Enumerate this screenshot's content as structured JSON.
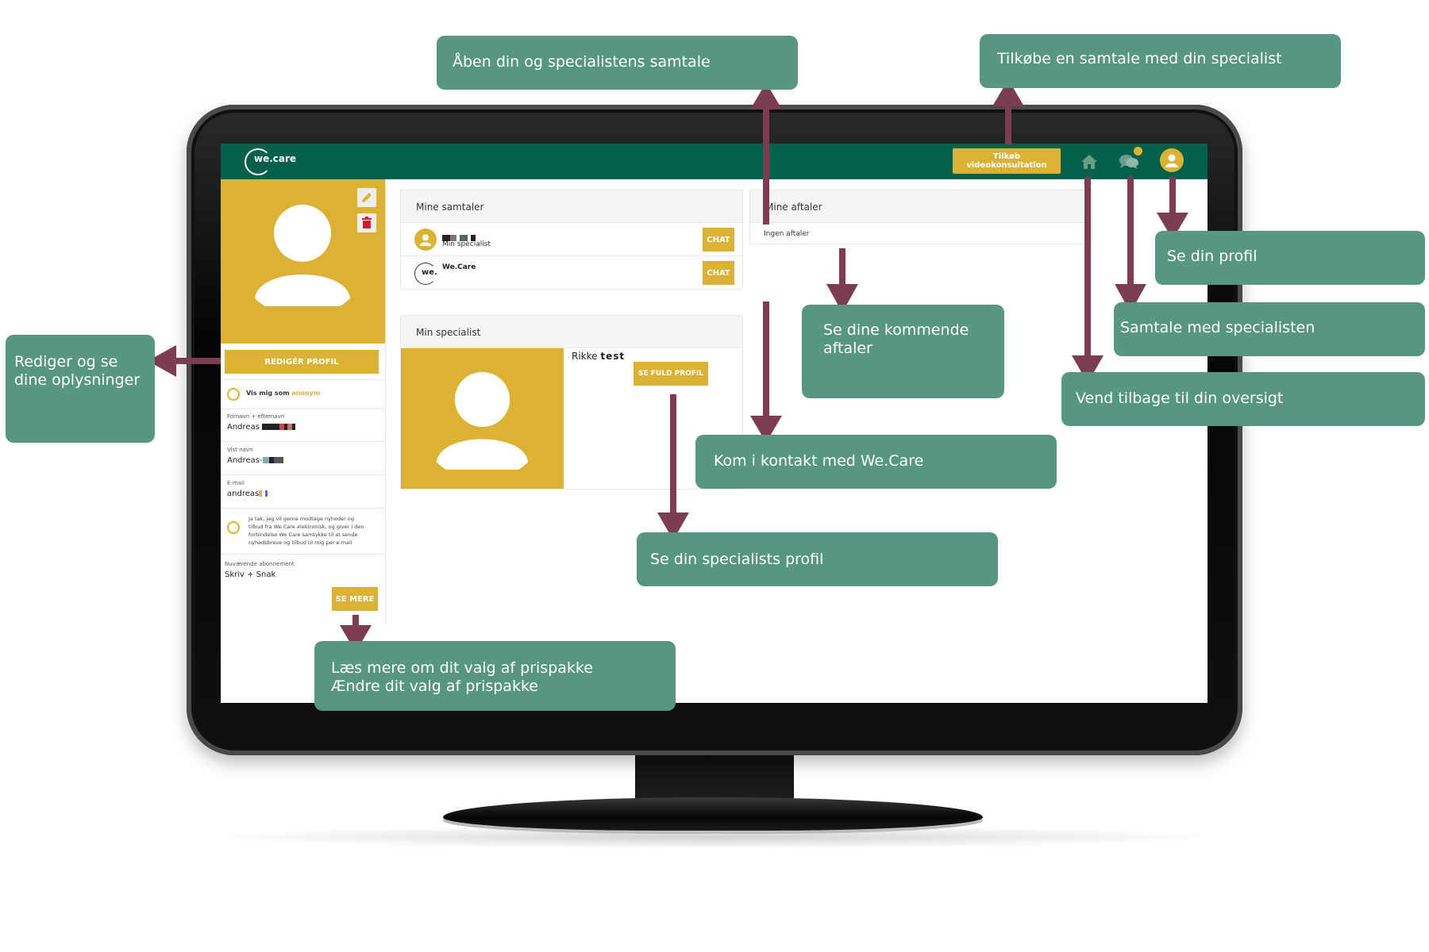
{
  "app": {
    "logo_text": "we.care",
    "purchase_button": "Tilkøb videokonsultation"
  },
  "profile": {
    "edit_profile_button": "REDIGÉR PROFIL",
    "anonymous_prefix": "Vis mig som",
    "anonymous_word": "anonym",
    "name_label": "Fornavn + efternavn",
    "name_value": "Andreas",
    "display_name_label": "Vist navn",
    "display_name_value": "Andreas-",
    "email_label": "E-mail",
    "email_value": "andreas",
    "newsletter_line1": "Ja tak, jeg vil gerne modtage nyheder og",
    "newsletter_line2": "tilbud fra We Care elektronisk, og giver i den",
    "newsletter_line3": "forbindelse We Care samtykke til at sende",
    "newsletter_line4": "nyhedsbreve og tilbud til mig per e-mail",
    "subscription_label": "Nuværende abonnement",
    "subscription_value": "Skriv + Snak",
    "see_more_button": "SE MERE"
  },
  "conversations": {
    "title": "Mine samtaler",
    "items": [
      {
        "subtitle": "Min specialist",
        "chat_label": "CHAT"
      },
      {
        "name": "We.Care",
        "logo": "we.",
        "chat_label": "CHAT"
      }
    ]
  },
  "appointments": {
    "title": "Mine aftaler",
    "empty_text": "Ingen aftaler"
  },
  "specialist": {
    "title": "Min specialist",
    "name": "Rikke",
    "name_suffix": "test",
    "full_profile_button": "SE FULD PROFIL"
  },
  "callouts": {
    "open_conversation": "Åben din og specialistens samtale",
    "buy_conversation": "Tilkøbe en samtale med din specialist",
    "see_profile": "Se din profil",
    "chat_with_specialist": "Samtale med specialisten",
    "back_to_overview": "Vend tilbage til din oversigt",
    "upcoming_appointments_line1": "Se dine kommende",
    "upcoming_appointments_line2": "aftaler",
    "contact_wecare": "Kom i kontakt med We.Care",
    "specialist_profile": "Se din specialists profil",
    "edit_info_line1": "Rediger og se",
    "edit_info_line2": "dine oplysninger",
    "package_line1": "Læs mere om dit valg af prispakke",
    "package_line2": "Ændre dit valg af prispakke"
  },
  "colors": {
    "brand_green": "#03604a",
    "accent_yellow": "#dcb235",
    "callout_green": "#579681",
    "arrow": "#7b3d4f"
  }
}
